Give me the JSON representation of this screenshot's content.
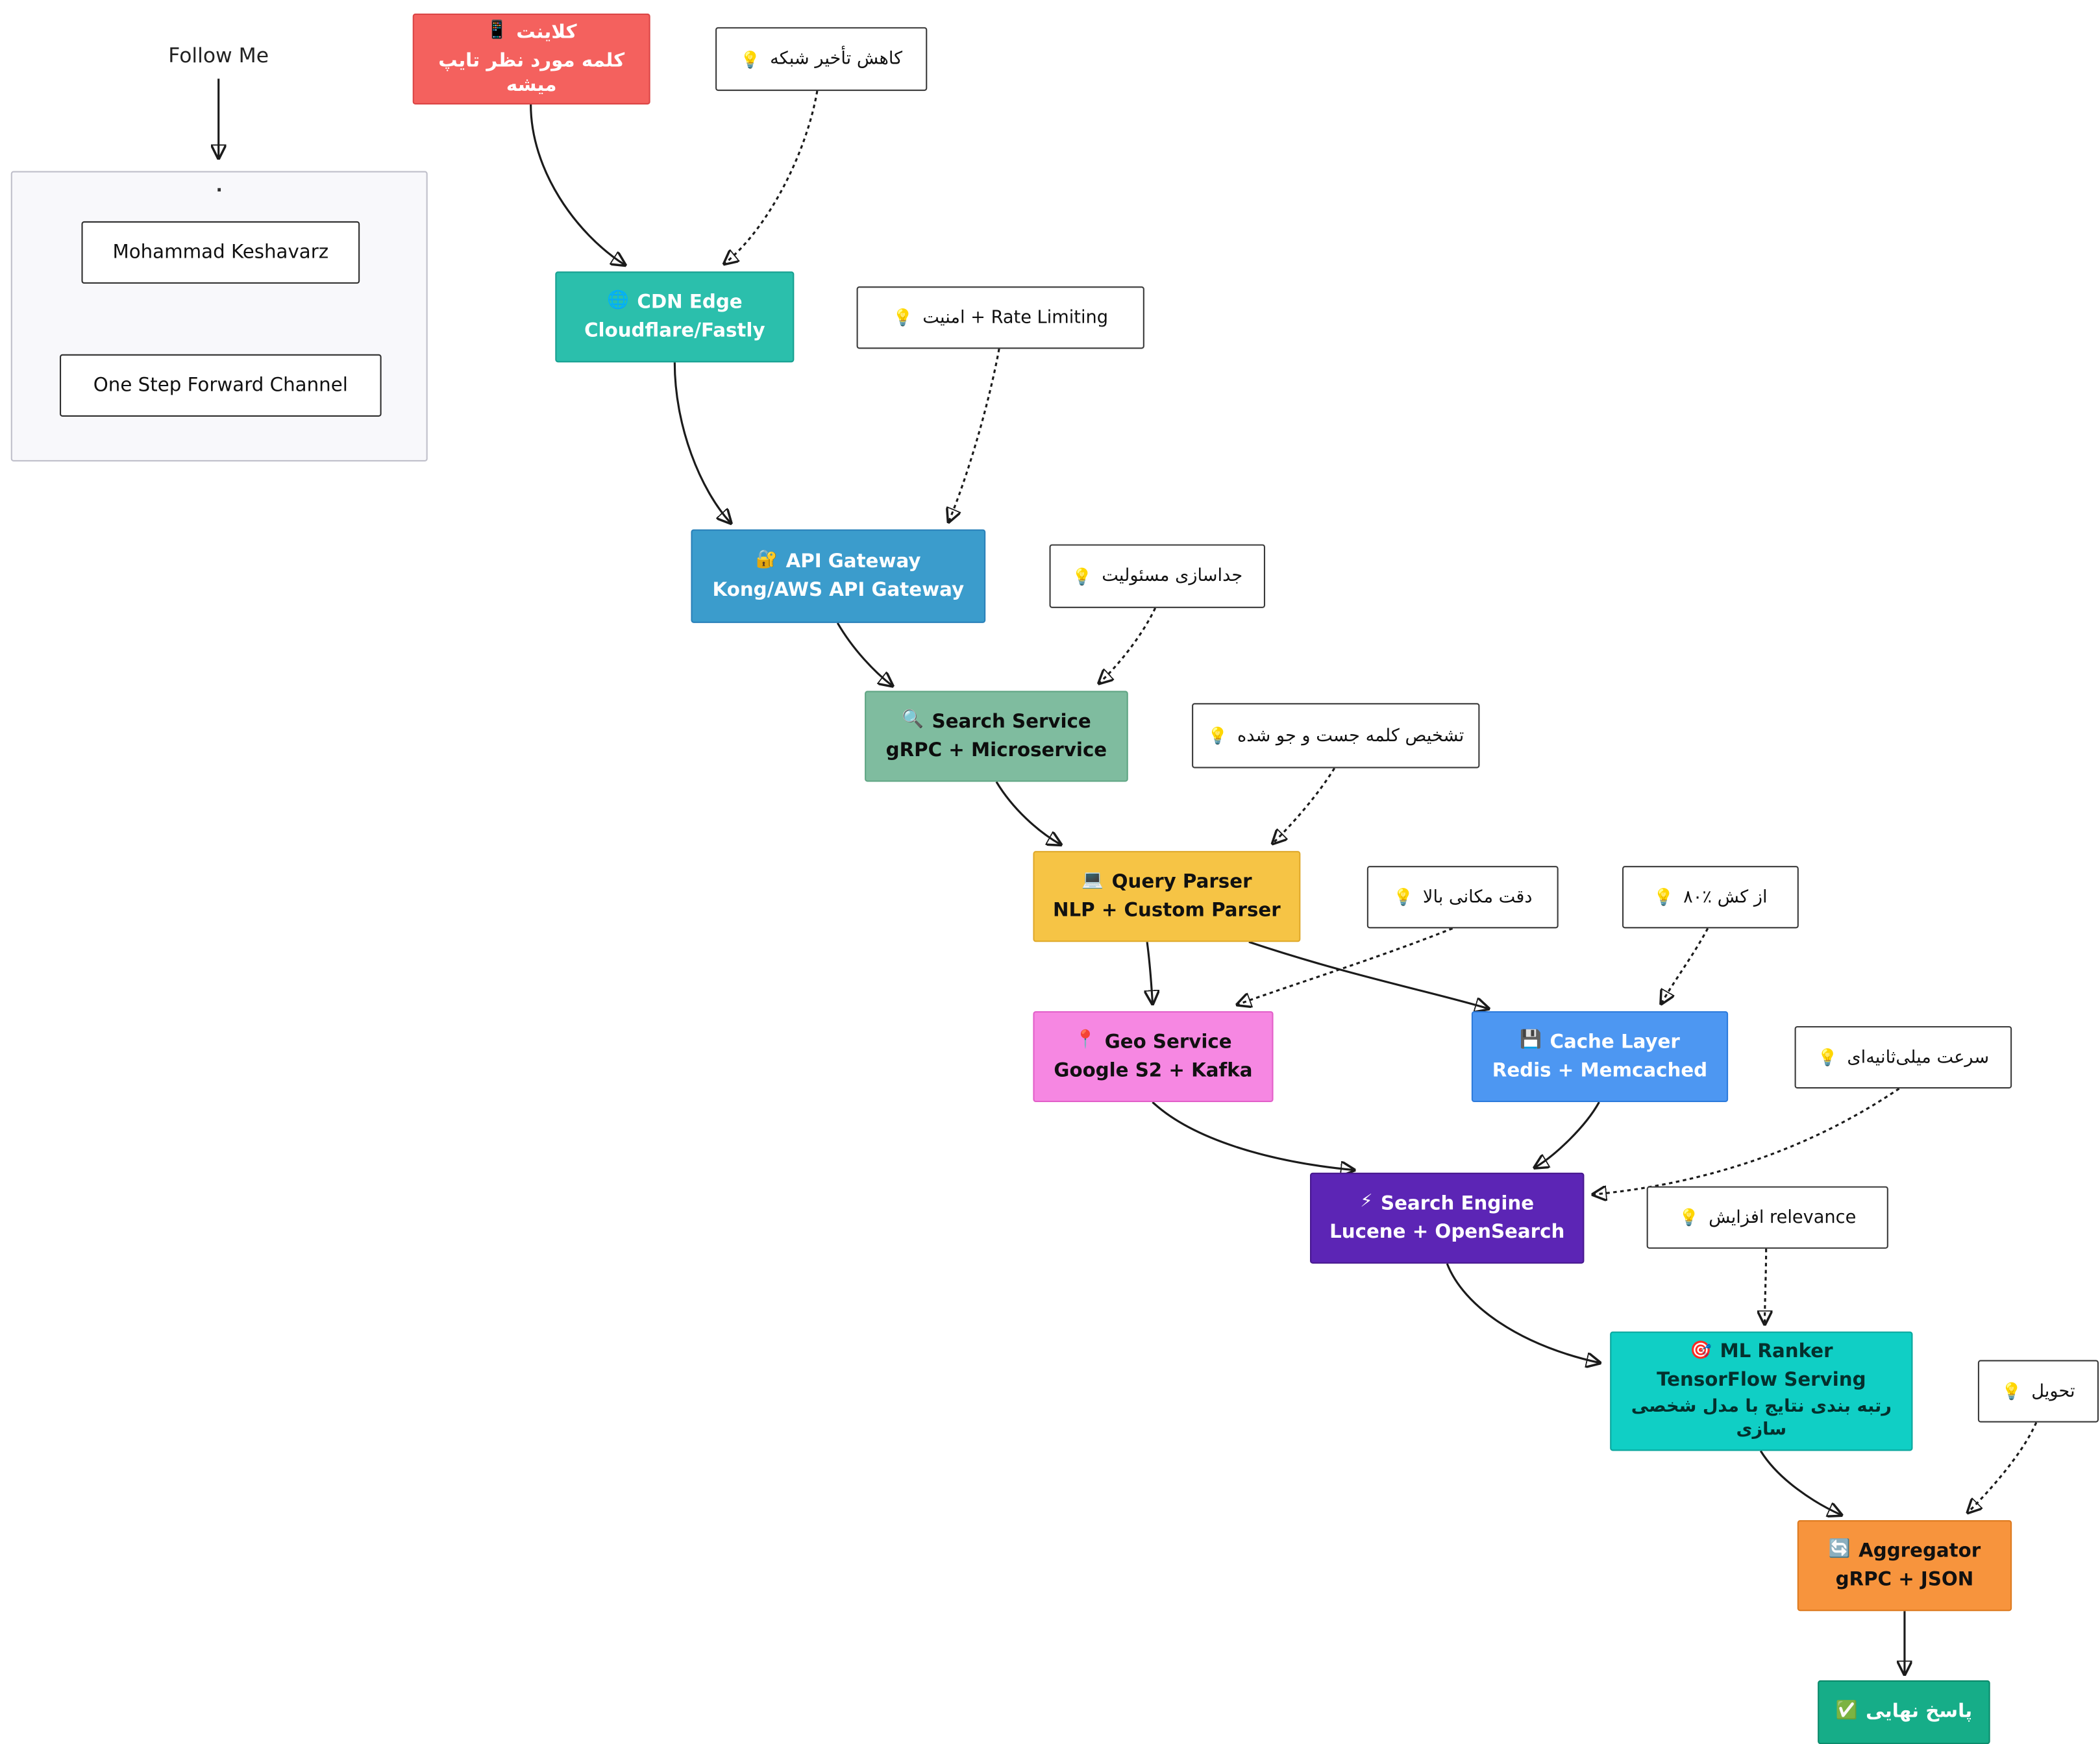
{
  "app": {
    "type": "flowchart",
    "background": "#ffffff",
    "edge_color": "#1b1b1b"
  },
  "follow": {
    "heading": "Follow Me",
    "group_label": ".",
    "items": [
      {
        "label": "Mohammad Keshavarz"
      },
      {
        "label": "One Step Forward Channel"
      }
    ]
  },
  "nodes": {
    "client": {
      "icon": "📱",
      "title": "کلاینت",
      "subtitle": "کلمه مورد نظر تایپ میشه",
      "fill": "#F4615E"
    },
    "cdn": {
      "icon": "🌐",
      "title": "CDN Edge",
      "subtitle": "Cloudflare/Fastly",
      "fill": "#2BBFAC"
    },
    "gateway": {
      "icon": "🔐",
      "title": "API Gateway",
      "subtitle": "Kong/AWS API Gateway",
      "fill": "#3B9CCC"
    },
    "service": {
      "icon": "🔍",
      "title": "Search Service",
      "subtitle": "gRPC + Microservice",
      "fill": "#7FBC9F"
    },
    "parser": {
      "icon": "💻",
      "title": "Query Parser",
      "subtitle": "NLP + Custom Parser",
      "fill": "#F6C445"
    },
    "geo": {
      "icon": "📍",
      "title": "Geo Service",
      "subtitle": "Google S2 + Kafka",
      "fill": "#F687E2"
    },
    "cache": {
      "icon": "💾",
      "title": "Cache Layer",
      "subtitle": "Redis + Memcached",
      "fill": "#4D97F2"
    },
    "engine": {
      "icon": "⚡",
      "title": "Search Engine",
      "subtitle": "Lucene + OpenSearch",
      "fill": "#5C25B5"
    },
    "ml": {
      "icon": "🎯",
      "title": "ML Ranker",
      "subtitle": "TensorFlow Serving",
      "description": "رتبه بندی نتایج با مدل شخصی سازی",
      "fill": "#10CFC5"
    },
    "aggregator": {
      "icon": "🔄",
      "title": "Aggregator",
      "subtitle": "gRPC + JSON",
      "fill": "#F7943D"
    },
    "final": {
      "icon": "✅",
      "title": "پاسخ نهایی",
      "fill": "#16AD88"
    }
  },
  "notes": {
    "latency": {
      "icon": "💡",
      "text": "کاهش تأخیر شبکه"
    },
    "security": {
      "icon": "💡",
      "text": "امنیت + Rate Limiting"
    },
    "responsibility": {
      "icon": "💡",
      "text": "جداسازی مسئولیت"
    },
    "keyword_detection": {
      "icon": "💡",
      "text": "تشخیص کلمه جست و جو شده"
    },
    "geo_accuracy": {
      "icon": "💡",
      "text": "دقت مکانی بالا"
    },
    "cache_hit": {
      "icon": "💡",
      "text": "از کش ٪۸۰"
    },
    "millisecond_speed": {
      "icon": "💡",
      "text": "سرعت میلی‌ثانیه‌ای"
    },
    "relevance": {
      "icon": "💡",
      "text": "افزایش relevance"
    },
    "delivery": {
      "icon": "💡",
      "text": "تحویل"
    }
  }
}
